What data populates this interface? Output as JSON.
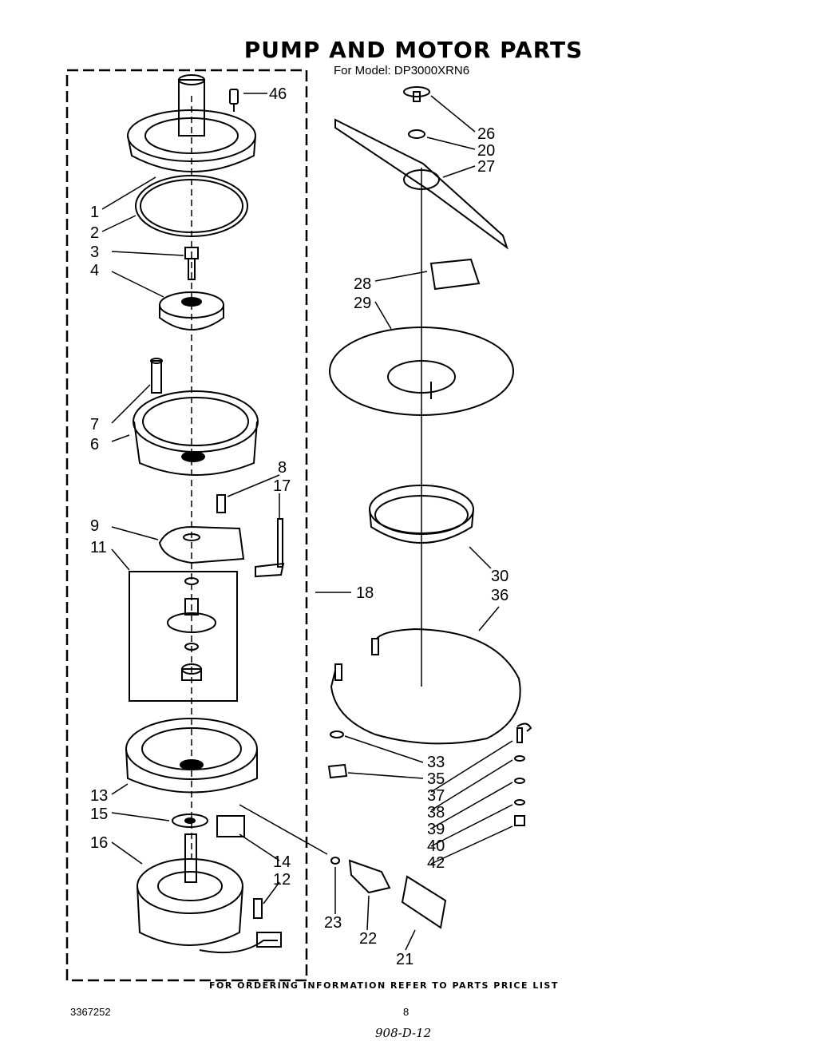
{
  "header": {
    "title": "PUMP AND MOTOR PARTS",
    "model": "For Model: DP3000XRN6"
  },
  "footer": {
    "note": "FOR ORDERING INFORMATION REFER TO PARTS PRICE LIST",
    "doc_number": "3367252",
    "page_number": "8",
    "handwritten": "908-D-12"
  },
  "callouts": {
    "p46": "46",
    "p1": "1",
    "p2": "2",
    "p3": "3",
    "p4": "4",
    "p7": "7",
    "p6": "6",
    "p8": "8",
    "p17": "17",
    "p9": "9",
    "p11": "11",
    "p18": "18",
    "p13": "13",
    "p15": "15",
    "p16": "16",
    "p14": "14",
    "p12": "12",
    "p26": "26",
    "p20": "20",
    "p27": "27",
    "p28": "28",
    "p29": "29",
    "p30": "30",
    "p36": "36",
    "p33": "33",
    "p35": "35",
    "p37": "37",
    "p38": "38",
    "p39": "39",
    "p40": "40",
    "p42": "42",
    "p23": "23",
    "p22": "22",
    "p21": "21"
  }
}
